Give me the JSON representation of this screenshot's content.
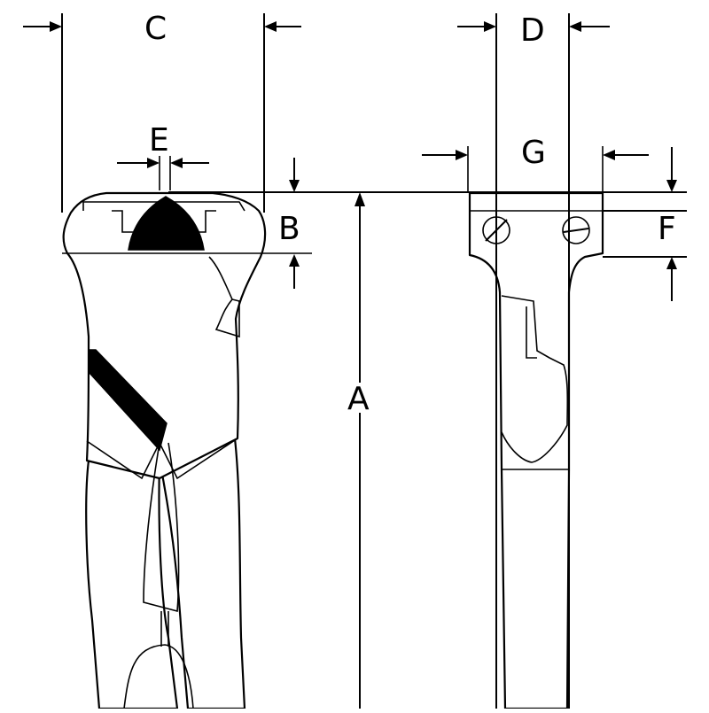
{
  "labels": {
    "A": "A",
    "B": "B",
    "C": "C",
    "D": "D",
    "E": "E",
    "F": "F",
    "G": "G"
  },
  "colors": {
    "line": "#000000",
    "background": "#ffffff"
  }
}
